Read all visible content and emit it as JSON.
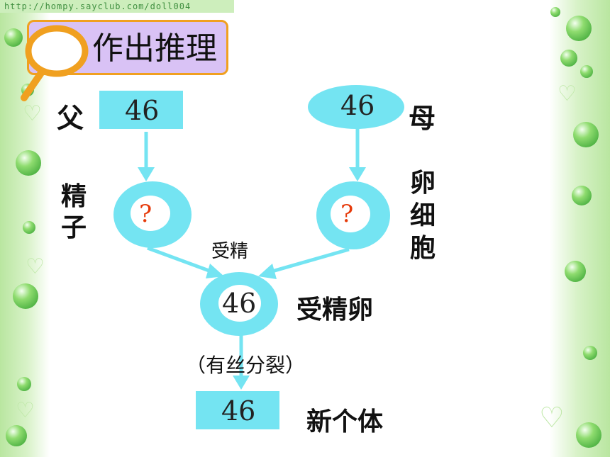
{
  "watermark": "http://hompy.sayclub.com/doll004",
  "title": "作出推理",
  "father": {
    "label": "父",
    "value": "46"
  },
  "mother": {
    "label": "母",
    "value": "46"
  },
  "sperm": {
    "label": "精子",
    "value": "?"
  },
  "egg": {
    "label": "卵细胞",
    "value": "?"
  },
  "fertilization": "受精",
  "zygote": {
    "label": "受精卵",
    "value": "46"
  },
  "mitosis": "（有丝分裂）",
  "new_individual": {
    "label": "新个体",
    "value": "46"
  },
  "colors": {
    "cyan": "#74e4f2",
    "title_bg": "#d9c2f5",
    "title_border": "#f0a020",
    "question": "#e63a0a"
  }
}
